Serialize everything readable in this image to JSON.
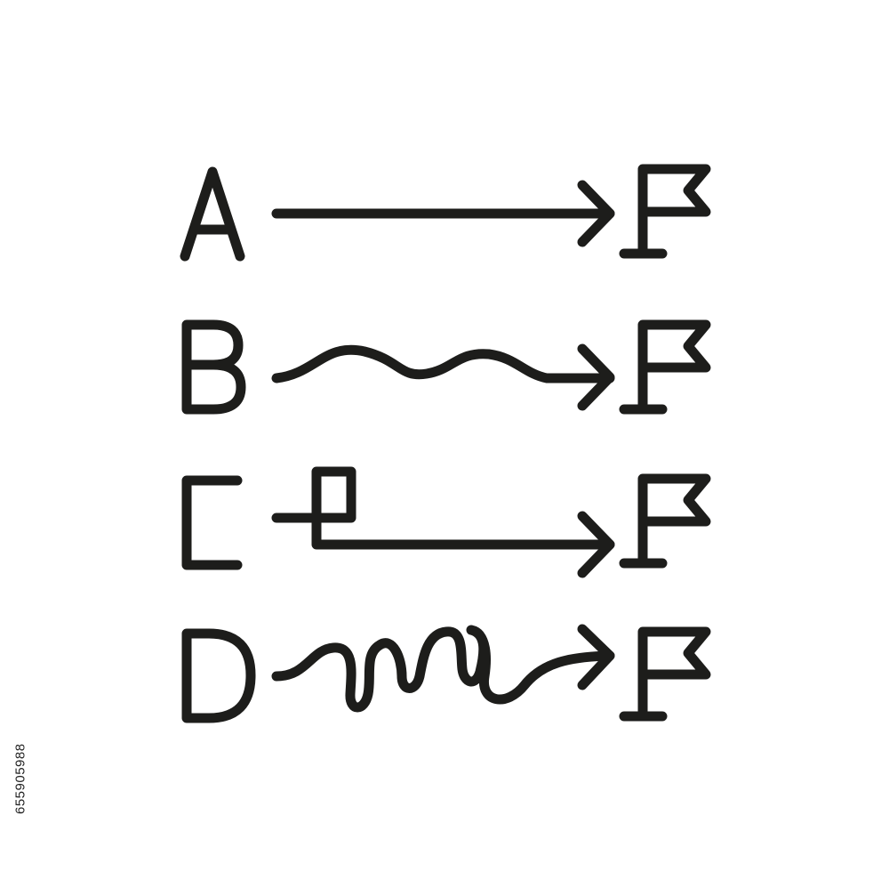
{
  "colors": {
    "stroke": "#1d1d1b",
    "background": "#ffffff"
  },
  "rows": [
    {
      "label": "A",
      "path": "straight-arrow",
      "goal": "flag-icon"
    },
    {
      "label": "B",
      "path": "wavy-arrow",
      "goal": "flag-icon"
    },
    {
      "label": "C",
      "path": "detour-arrow",
      "goal": "flag-icon"
    },
    {
      "label": "D",
      "path": "winding-arrow",
      "goal": "flag-icon"
    }
  ],
  "side_id": "655905988"
}
